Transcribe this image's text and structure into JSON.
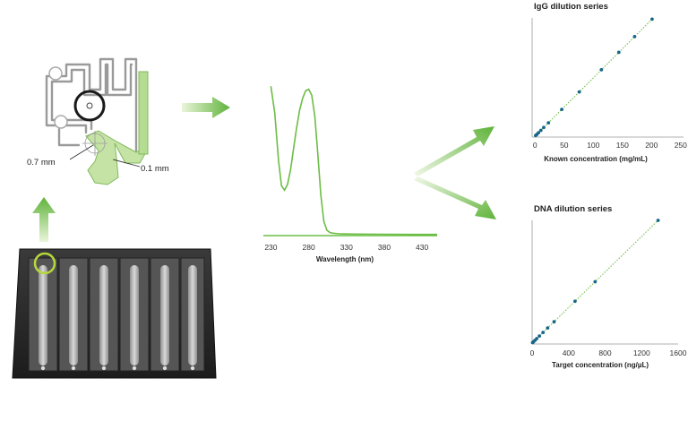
{
  "colors": {
    "green": "#6cbd45",
    "light_green": "#d4eab9",
    "teal": "#17668a",
    "plate": "#2a2a2a"
  },
  "chip": {
    "label_a": "0.7 mm",
    "label_b": "0.1 mm"
  },
  "chart_data": [
    {
      "type": "line",
      "title": "",
      "xlabel": "Wavelength (nm)",
      "ylabel": "",
      "xticks": [
        230,
        280,
        330,
        380,
        430
      ],
      "xlim": [
        220,
        450
      ],
      "ylim": [
        0,
        1.05
      ],
      "series": [
        {
          "x": [
            230,
            235,
            240,
            244,
            248,
            252,
            256,
            260,
            264,
            268,
            272,
            276,
            280,
            284,
            288,
            292,
            296,
            300,
            304,
            308,
            312,
            320,
            340,
            380,
            420,
            450
          ],
          "values": [
            1.0,
            0.82,
            0.5,
            0.33,
            0.3,
            0.34,
            0.44,
            0.58,
            0.72,
            0.84,
            0.92,
            0.97,
            0.98,
            0.94,
            0.8,
            0.55,
            0.27,
            0.09,
            0.03,
            0.015,
            0.01,
            0.006,
            0.004,
            0.003,
            0.002,
            0.002
          ]
        }
      ]
    },
    {
      "type": "scatter",
      "title": "IgG dilution series",
      "xlabel": "Known concentration (mg/mL)",
      "ylabel": "",
      "xticks": [
        0,
        50,
        100,
        150,
        200,
        250
      ],
      "xlim": [
        -5,
        255
      ],
      "ylim": [
        0,
        200
      ],
      "trendline": true,
      "x": [
        1,
        3,
        6,
        10,
        15,
        23,
        46,
        76,
        114,
        144,
        171,
        201
      ],
      "y": [
        1,
        3,
        6,
        10,
        15,
        23,
        46,
        76,
        114,
        144,
        171,
        201
      ]
    },
    {
      "type": "scatter",
      "title": "DNA dilution series",
      "xlabel": "Target concentration (ng/µL)",
      "ylabel": "",
      "xticks": [
        0,
        400,
        800,
        1200,
        1600
      ],
      "xlim": [
        0,
        1600
      ],
      "ylim": [
        0,
        1400
      ],
      "trendline": true,
      "x": [
        5,
        15,
        30,
        50,
        80,
        120,
        170,
        240,
        470,
        690,
        1380
      ],
      "y": [
        5,
        15,
        30,
        50,
        80,
        120,
        170,
        240,
        470,
        690,
        1380
      ]
    }
  ]
}
